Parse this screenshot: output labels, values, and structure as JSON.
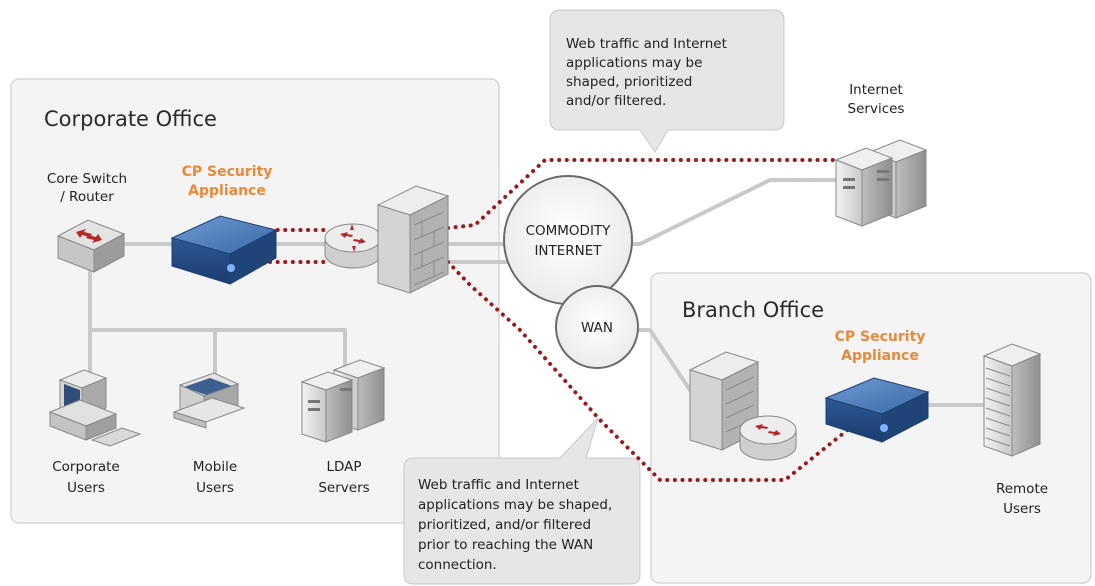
{
  "panels": {
    "corporate": {
      "title": "Corporate Office"
    },
    "branch": {
      "title": "Branch Office"
    }
  },
  "devices": {
    "core_switch": {
      "label_lines": [
        "Core Switch",
        "/ Router"
      ]
    },
    "cp_appliance_corp": {
      "label_lines": [
        "CP Security",
        "Appliance"
      ]
    },
    "internet_services": {
      "label_lines": [
        "Internet",
        "Services"
      ]
    },
    "corporate_users": {
      "label_lines": [
        "Corporate",
        "Users"
      ]
    },
    "mobile_users": {
      "label_lines": [
        "Mobile",
        "Users"
      ]
    },
    "ldap_servers": {
      "label_lines": [
        "LDAP",
        "Servers"
      ]
    },
    "cp_appliance_branch": {
      "label_lines": [
        "CP Security",
        "Appliance"
      ]
    },
    "remote_users": {
      "label_lines": [
        "Remote",
        "Users"
      ]
    }
  },
  "clouds": {
    "commodity_internet": {
      "label_lines": [
        "COMMODITY",
        "INTERNET"
      ]
    },
    "wan": {
      "label": "WAN"
    }
  },
  "callouts": {
    "top": {
      "lines": [
        "Web traffic and Internet",
        "applications may be",
        "shaped, prioritized",
        "and/or filtered."
      ]
    },
    "bottom": {
      "lines": [
        "Web traffic and Internet",
        "applications may be shaped,",
        "prioritized, and/or filtered",
        "prior to reaching the WAN",
        "connection."
      ]
    }
  },
  "colors": {
    "accent_orange": "#e8893a",
    "dotted_red": "#9b1b1b",
    "appliance_blue": "#2e5b9a",
    "connector_gray": "#c9c9c9"
  }
}
